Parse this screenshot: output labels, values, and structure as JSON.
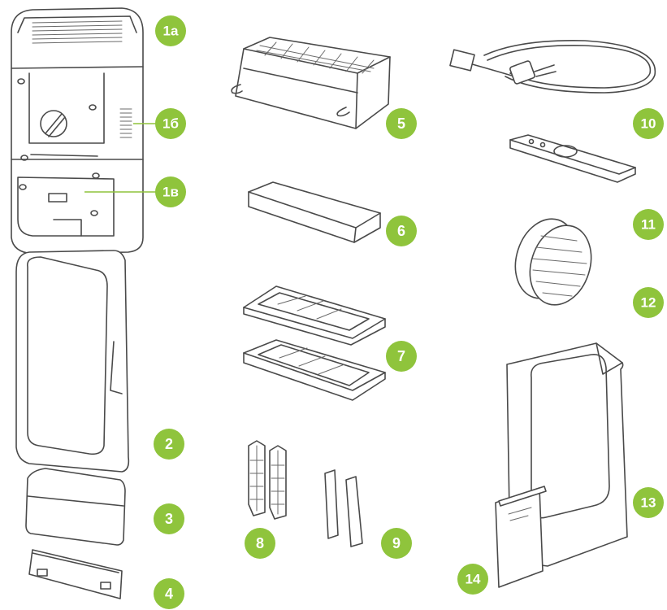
{
  "colors": {
    "badge": "#8fc43c",
    "badge_text": "#ffffff",
    "line_art": "#4a4a4a"
  },
  "badges": {
    "b1a": "1а",
    "b1b": "1б",
    "b1v": "1в",
    "b2": "2",
    "b3": "3",
    "b4": "4",
    "b5": "5",
    "b6": "6",
    "b7": "7",
    "b8": "8",
    "b9": "9",
    "b10": "10",
    "b11": "11",
    "b12": "12",
    "b13": "13",
    "b14": "14"
  },
  "parts": [
    {
      "id": "1",
      "icon": "main-unit-housing"
    },
    {
      "id": "2",
      "icon": "front-panel"
    },
    {
      "id": "3",
      "icon": "top-cover"
    },
    {
      "id": "4",
      "icon": "bottom-grille"
    },
    {
      "id": "5",
      "icon": "filter-cartridge"
    },
    {
      "id": "6",
      "icon": "pre-filter-pad"
    },
    {
      "id": "7",
      "icon": "filter-frames"
    },
    {
      "id": "8",
      "icon": "wall-anchors"
    },
    {
      "id": "9",
      "icon": "foam-spacers"
    },
    {
      "id": "10",
      "icon": "power-cord"
    },
    {
      "id": "11",
      "icon": "remote-control"
    },
    {
      "id": "12",
      "icon": "round-vent-grille"
    },
    {
      "id": "13",
      "icon": "mounting-template"
    },
    {
      "id": "14",
      "icon": "user-manual"
    }
  ]
}
